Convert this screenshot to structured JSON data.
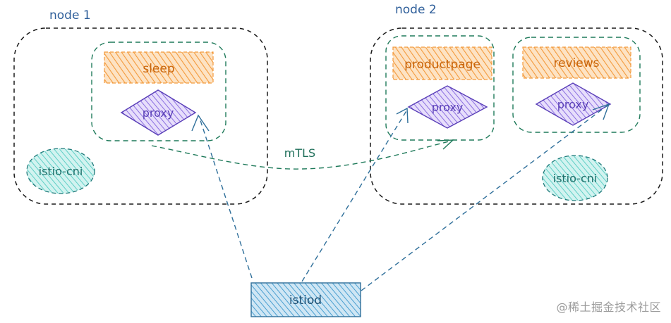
{
  "nodes": {
    "node1": {
      "label": "node 1"
    },
    "node2": {
      "label": "node 2"
    }
  },
  "pods": {
    "sleep": {
      "app_label": "sleep",
      "proxy_label": "proxy"
    },
    "productpage": {
      "app_label": "productpage",
      "proxy_label": "proxy"
    },
    "reviews": {
      "app_label": "reviews",
      "proxy_label": "proxy"
    }
  },
  "cni": {
    "node1": "istio-cni",
    "node2": "istio-cni"
  },
  "control_plane": {
    "label": "istiod"
  },
  "links": {
    "mtls_label": "mTLS"
  },
  "watermark": "@稀土掘金技术社区",
  "colors": {
    "node_border": "#1a1a1a",
    "pod_border": "#1f7a5a",
    "app_fill": "#f5a04a",
    "app_text": "#c8640a",
    "proxy_fill": "#8b6fe0",
    "proxy_text": "#5a3fb8",
    "cni_fill": "#5fd0c8",
    "cni_text": "#1f6f6a",
    "istiod_fill": "#4aa0d0",
    "istiod_text": "#1e4f72",
    "line_blue": "#2f6f9a",
    "line_green": "#1f7a5a",
    "node_label": "#2f5f9a"
  }
}
